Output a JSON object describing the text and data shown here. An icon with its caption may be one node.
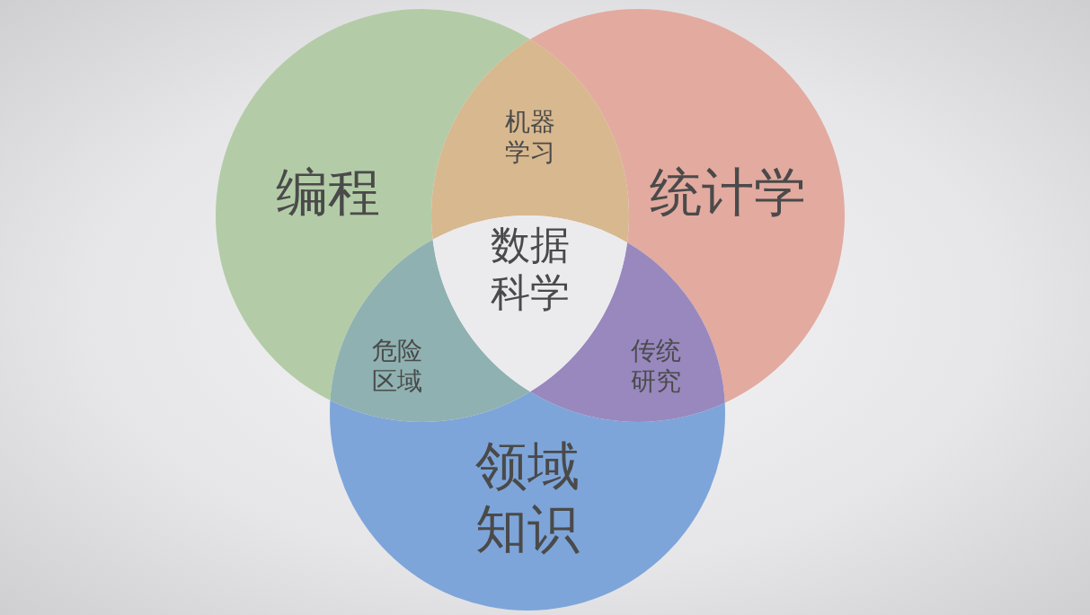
{
  "diagram": {
    "nodes": [
      {
        "text": [
          "编程"
        ]
      },
      {
        "text": [
          "机器学习"
        ]
      },
      {
        "text": [
          "统计学"
        ]
      },
      {
        "text": [
          "数据科学"
        ]
      },
      {
        "text": [
          "危险区域"
        ]
      },
      {
        "text": [
          "传统研究"
        ]
      },
      {
        "text": [
          "领域知识"
        ]
      }
    ]
  }
}
